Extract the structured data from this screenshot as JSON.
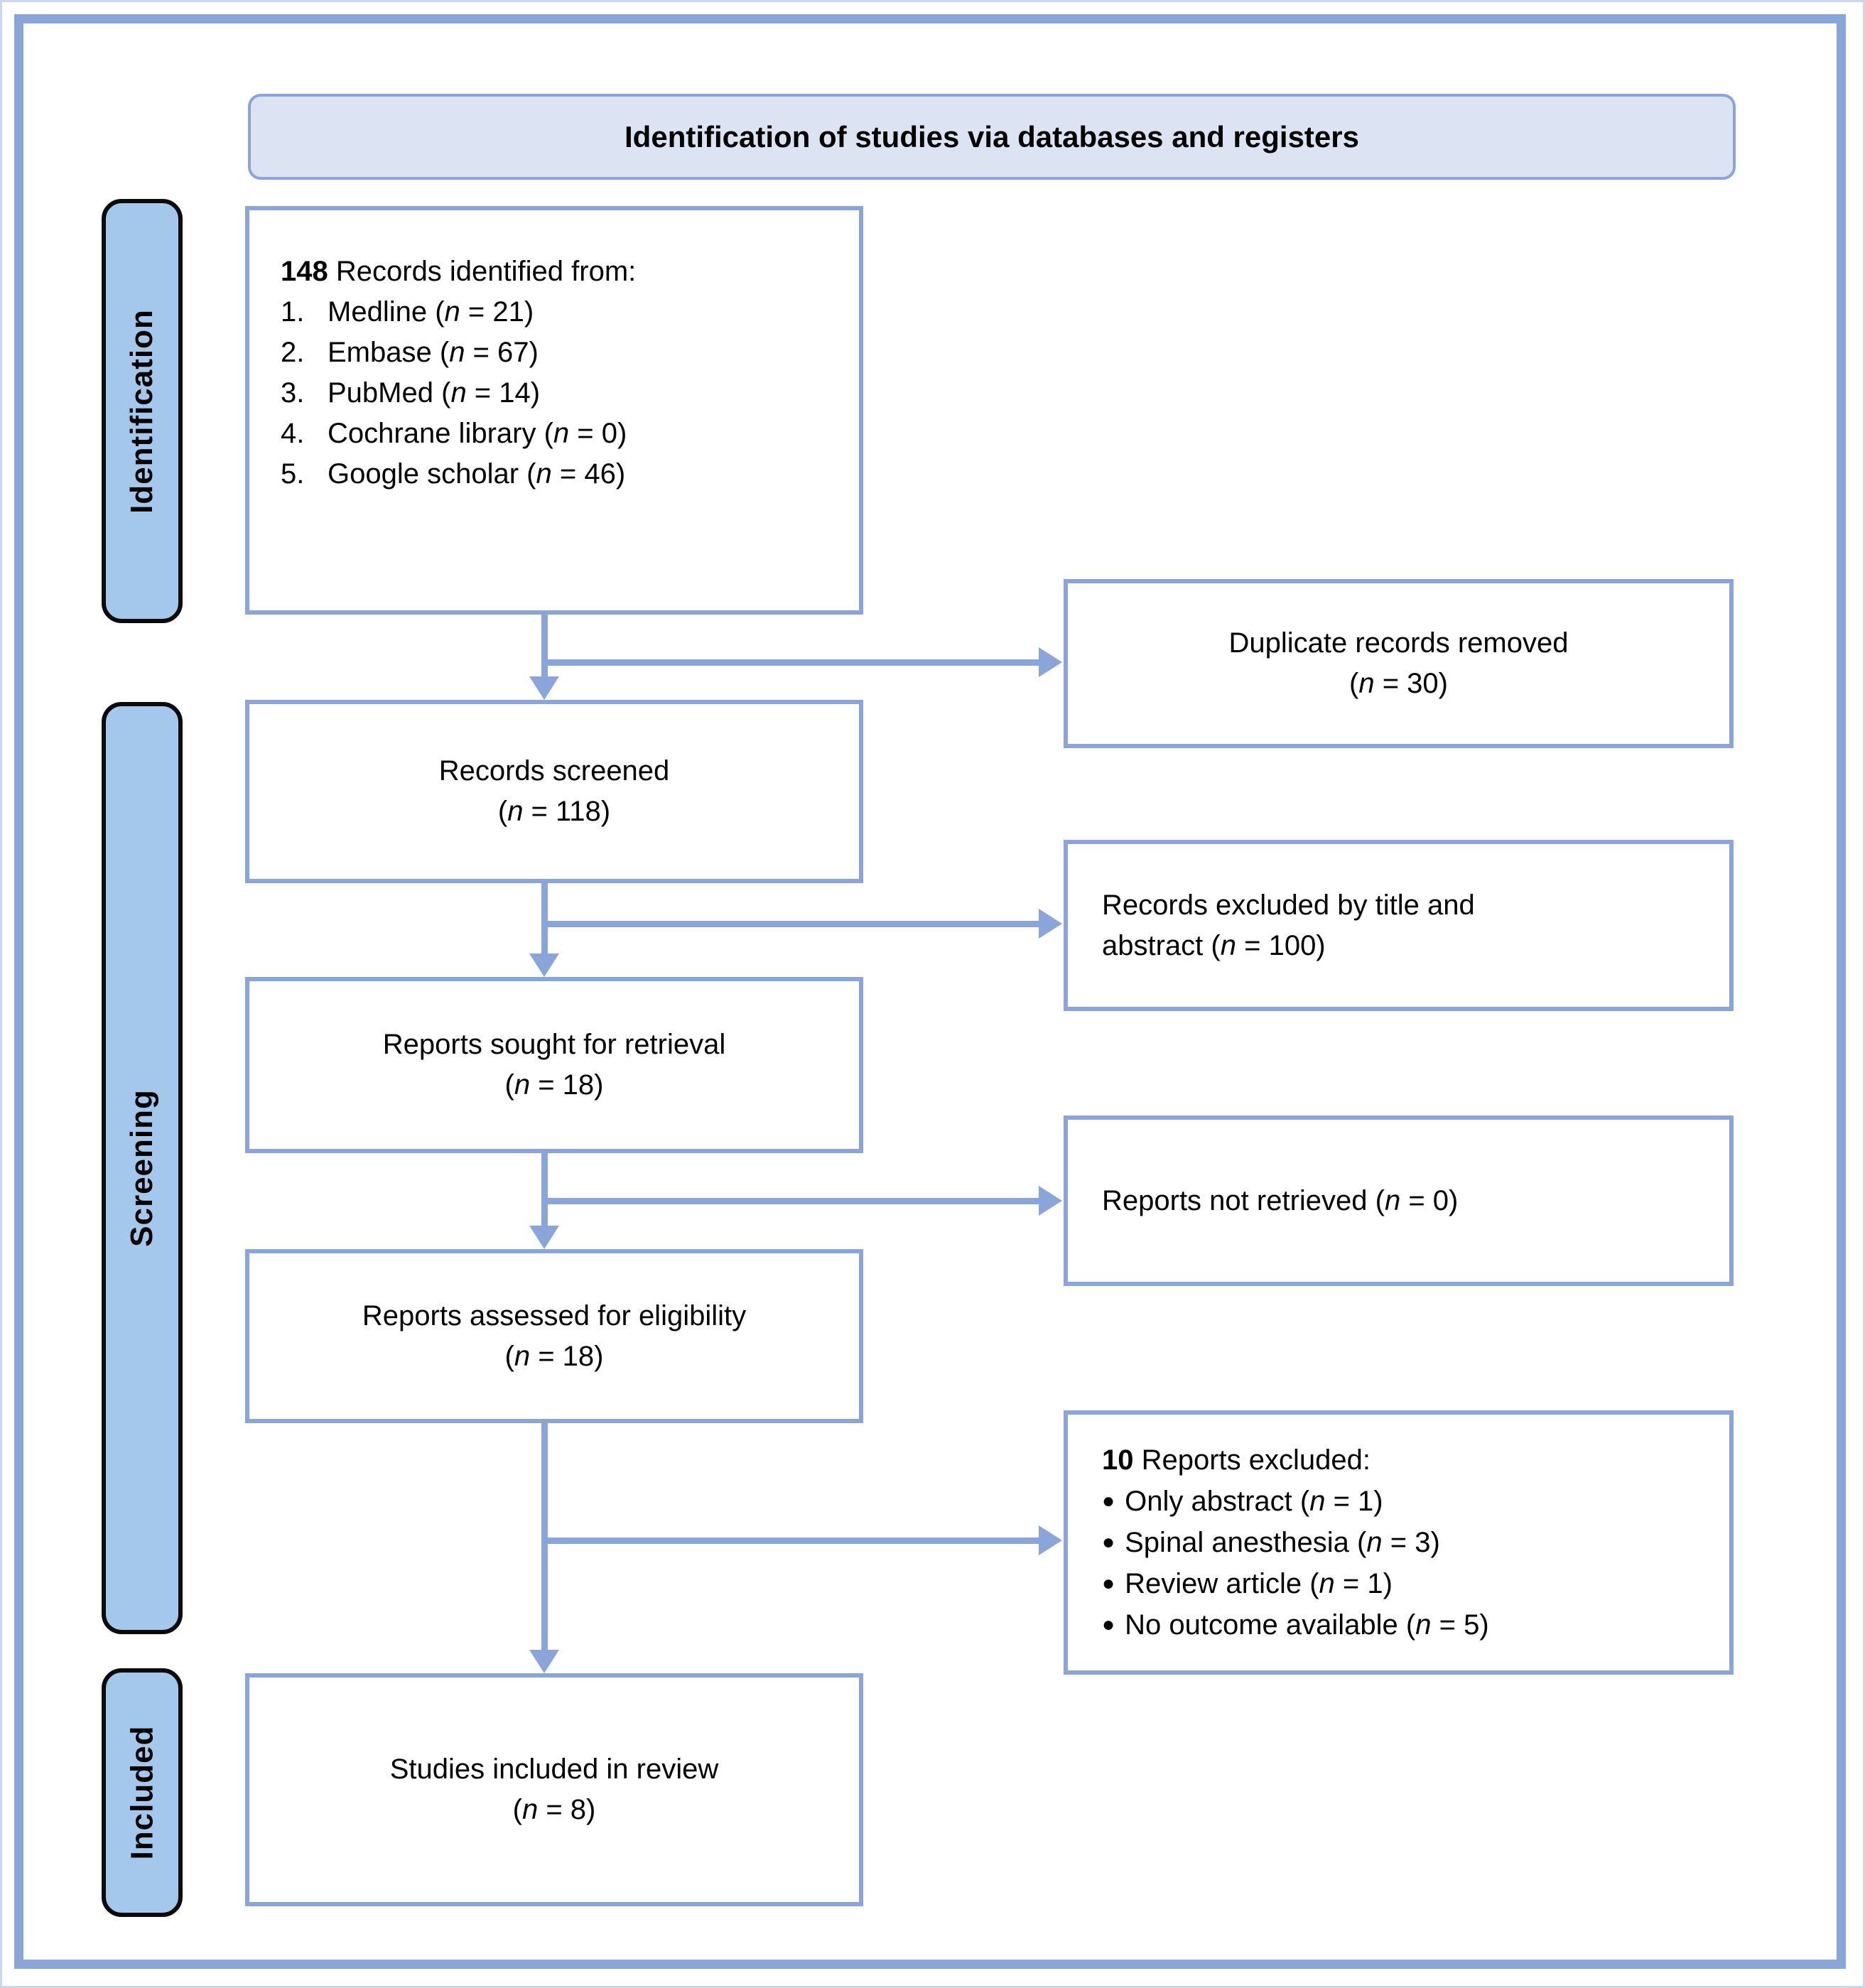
{
  "header": {
    "title": "Identification of studies via databases and registers"
  },
  "sidebar": {
    "identification": "Identification",
    "screening": "Screening",
    "included": "Included"
  },
  "n_format": "(n = {v})",
  "bullet": "●",
  "colors": {
    "accent_blue": "#8aa5d9",
    "header_fill": "#dce4f4",
    "sidebar_fill": "#a3c8eb",
    "box_fill": "#ffffff",
    "text": "#000000"
  },
  "boxes": {
    "identified": {
      "count": "148",
      "label": " Records identified from:",
      "items": [
        {
          "num": "1.",
          "label": "Medline ",
          "n": "21"
        },
        {
          "num": "2.",
          "label": "Embase ",
          "n": "67"
        },
        {
          "num": "3.",
          "label": "PubMed ",
          "n": "14"
        },
        {
          "num": "4.",
          "label": "Cochrane library ",
          "n": "0"
        },
        {
          "num": "5.",
          "label": "Google scholar ",
          "n": "46"
        }
      ]
    },
    "duplicates_removed": {
      "label": "Duplicate records removed",
      "n": "30"
    },
    "records_screened": {
      "label": "Records screened",
      "n": "118"
    },
    "records_excluded": {
      "line1": "Records excluded by title and",
      "line2": "abstract ",
      "n": "100"
    },
    "reports_sought": {
      "label": "Reports sought for retrieval",
      "n": "18"
    },
    "reports_not_retrieved": {
      "label": "Reports not retrieved ",
      "n": "0"
    },
    "reports_assessed": {
      "label": "Reports assessed for eligibility",
      "n": "18"
    },
    "reports_excluded": {
      "count": "10",
      "label": " Reports excluded:",
      "items": [
        {
          "label": "Only abstract ",
          "n": "1"
        },
        {
          "label": "Spinal anesthesia ",
          "n": "3"
        },
        {
          "label": "Review article ",
          "n": "1"
        },
        {
          "label": "No outcome available ",
          "n": "5"
        }
      ]
    },
    "studies_included": {
      "label": "Studies included in review",
      "n": "8"
    }
  }
}
